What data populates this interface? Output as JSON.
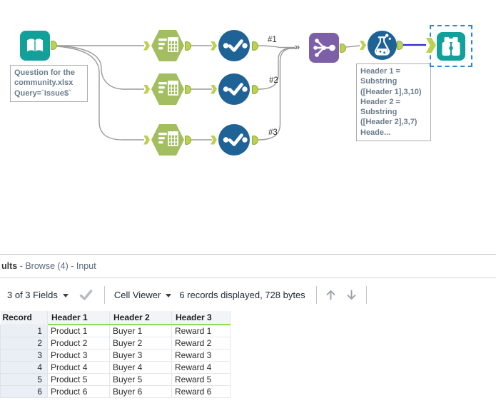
{
  "colors": {
    "teal": "#12A19A",
    "green": "#A3BE61",
    "blue": "#1E6296",
    "purple": "#7C5FA7",
    "anchor": "#BCD14F",
    "anchor-border": "#93A838",
    "wire": "#9B9B9B",
    "wire-selected": "#2B2BD9",
    "annot-text": "#6B7C8D",
    "annot-border": "#ADADAD",
    "select-box": "#2F86D8",
    "tbl-green": "#8BDC56"
  },
  "canvas": {
    "input_annotation": "Question for the\ncommunity.xlsx\nQuery=`Issue$`",
    "formula_annotation": "Header 1 =\nSubstring\n([Header 1],3,10)\nHeader 2 =\nSubstring\n([Header 2],3,7)\nHeade...",
    "connection_labels": [
      "#1",
      "#2",
      "#3"
    ],
    "union_input_glyph": "»"
  },
  "results": {
    "title_bold": "ults",
    "title_rest": " - Browse (4) - Input",
    "toolbar": {
      "fields_selector": "3 of 3 Fields",
      "cell_viewer": "Cell Viewer",
      "records_info": "6 records displayed, 728 bytes"
    },
    "table": {
      "columns": [
        "Record",
        "Header 1",
        "Header 2",
        "Header 3"
      ],
      "rows": [
        [
          "1",
          "Product 1",
          "Buyer 1",
          "Reward 1"
        ],
        [
          "2",
          "Product 2",
          "Buyer 2",
          "Reward 2"
        ],
        [
          "3",
          "Product 3",
          "Buyer 3",
          "Reward 3"
        ],
        [
          "4",
          "Product 4",
          "Buyer 4",
          "Reward 4"
        ],
        [
          "5",
          "Product 5",
          "Buyer 5",
          "Reward 5"
        ],
        [
          "6",
          "Product 6",
          "Buyer 6",
          "Reward 6"
        ]
      ]
    }
  }
}
